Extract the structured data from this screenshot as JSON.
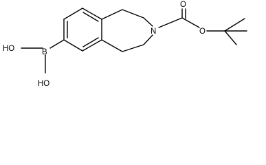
{
  "molecule": {
    "atoms": {
      "boron": "B",
      "hydroxyl_top": "HO",
      "hydroxyl_bottom": "HO",
      "nitrogen": "N",
      "carbonyl_oxygen": "O",
      "ester_oxygen": "O"
    },
    "colors": {
      "bond": "#000000",
      "label": "#000000",
      "background": "#ffffff"
    }
  }
}
